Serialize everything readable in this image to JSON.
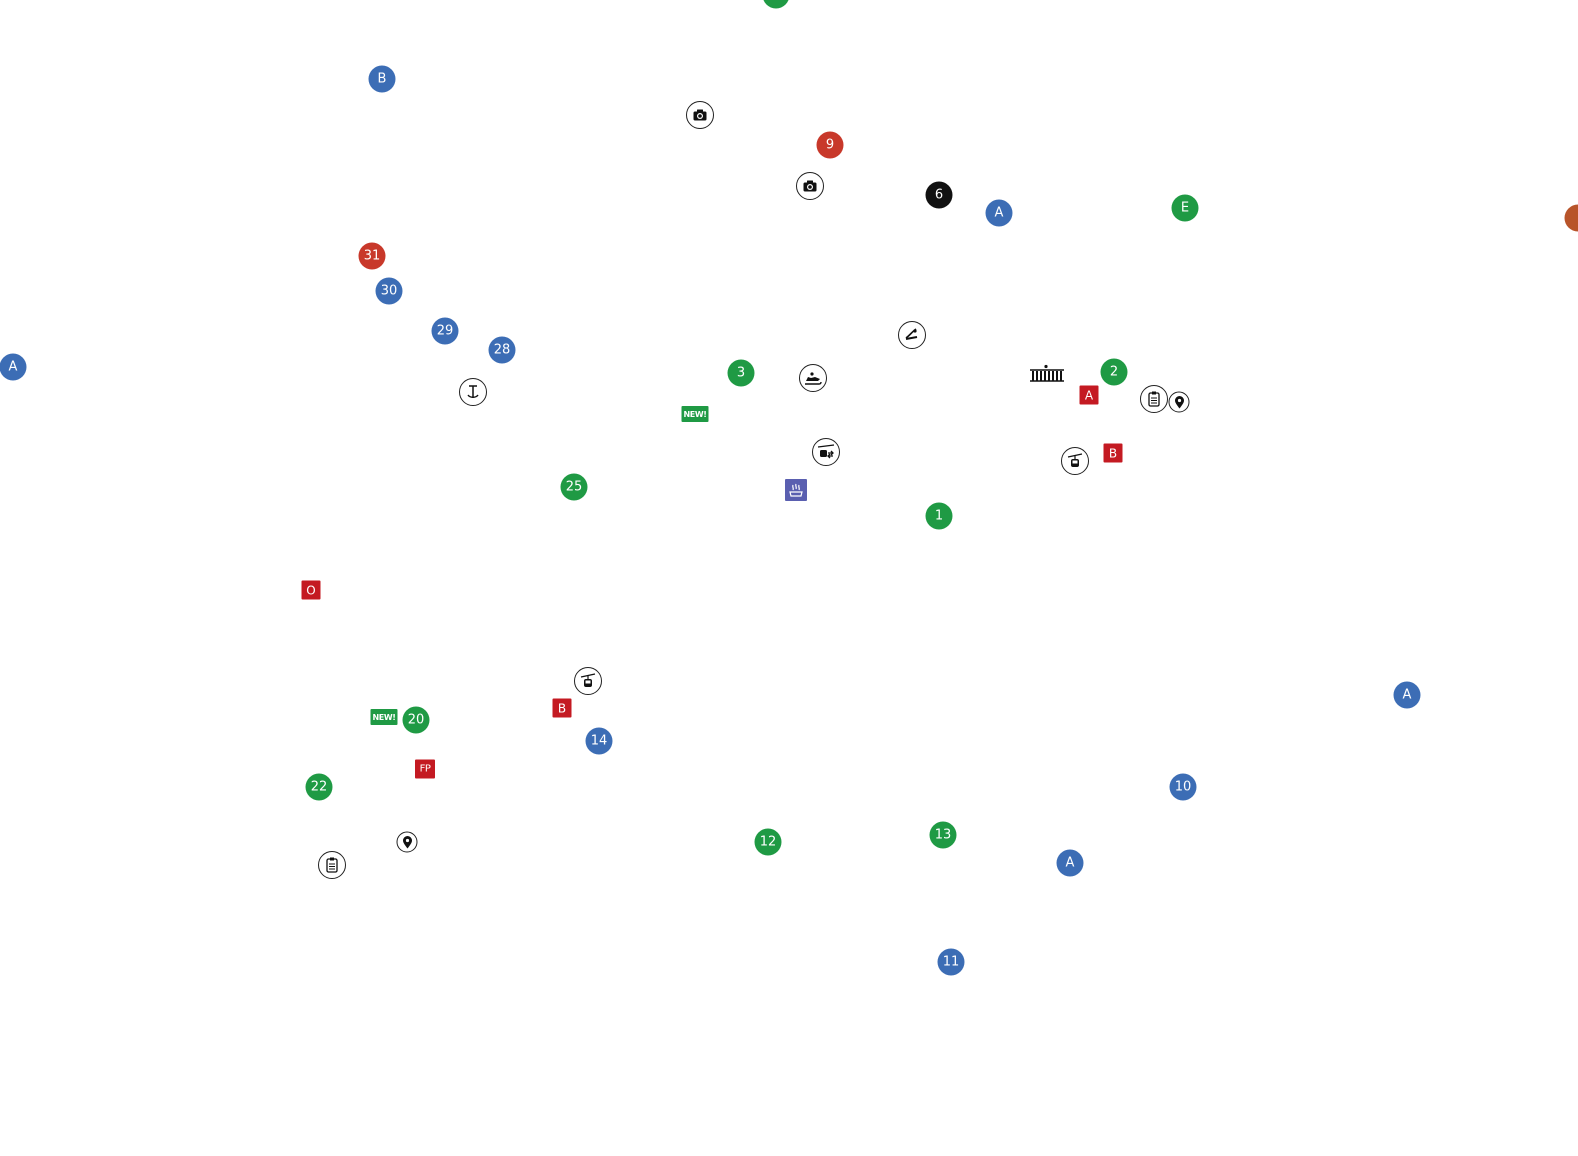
{
  "colors": {
    "blue": "#3c6db5",
    "green": "#1f9a44",
    "red": "#c8382a",
    "black": "#111111",
    "sign_red": "#c41a22",
    "new_green": "#1f9a44",
    "hot_tub_blue": "#5a5fb0"
  },
  "markers": [
    {
      "label": "B",
      "color": "blue"
    },
    {
      "label": "9",
      "color": "red"
    },
    {
      "label": "6",
      "color": "black"
    },
    {
      "label": "A",
      "color": "blue"
    },
    {
      "label": "E",
      "color": "green"
    },
    {
      "label": "31",
      "color": "red"
    },
    {
      "label": "30",
      "color": "blue"
    },
    {
      "label": "29",
      "color": "blue"
    },
    {
      "label": "28",
      "color": "blue"
    },
    {
      "label": "A",
      "color": "blue"
    },
    {
      "label": "3",
      "color": "green"
    },
    {
      "label": "2",
      "color": "green"
    },
    {
      "label": "25",
      "color": "green"
    },
    {
      "label": "1",
      "color": "green"
    },
    {
      "label": "A",
      "color": "blue"
    },
    {
      "label": "20",
      "color": "green"
    },
    {
      "label": "14",
      "color": "blue"
    },
    {
      "label": "22",
      "color": "green"
    },
    {
      "label": "10",
      "color": "blue"
    },
    {
      "label": "12",
      "color": "green"
    },
    {
      "label": "13",
      "color": "green"
    },
    {
      "label": "A",
      "color": "blue"
    },
    {
      "label": "11",
      "color": "blue"
    }
  ],
  "signs": [
    {
      "label": "A"
    },
    {
      "label": "B"
    },
    {
      "label": "O"
    },
    {
      "label": "B"
    },
    {
      "label": "FP"
    }
  ],
  "badges": [
    {
      "label": "NEW!"
    },
    {
      "label": "NEW!"
    }
  ],
  "icons": [
    {
      "name": "camera-icon"
    },
    {
      "name": "camera-icon"
    },
    {
      "name": "terrain-park-icon"
    },
    {
      "name": "anchor-icon"
    },
    {
      "name": "snowmobile-icon"
    },
    {
      "name": "gondola-icon"
    },
    {
      "name": "ski-school-icon"
    },
    {
      "name": "ticket-office-icon"
    },
    {
      "name": "map-pin-icon"
    },
    {
      "name": "gondola-icon"
    },
    {
      "name": "hot-tub-icon"
    },
    {
      "name": "gondola-icon"
    },
    {
      "name": "map-pin-icon"
    },
    {
      "name": "ticket-office-icon"
    }
  ]
}
